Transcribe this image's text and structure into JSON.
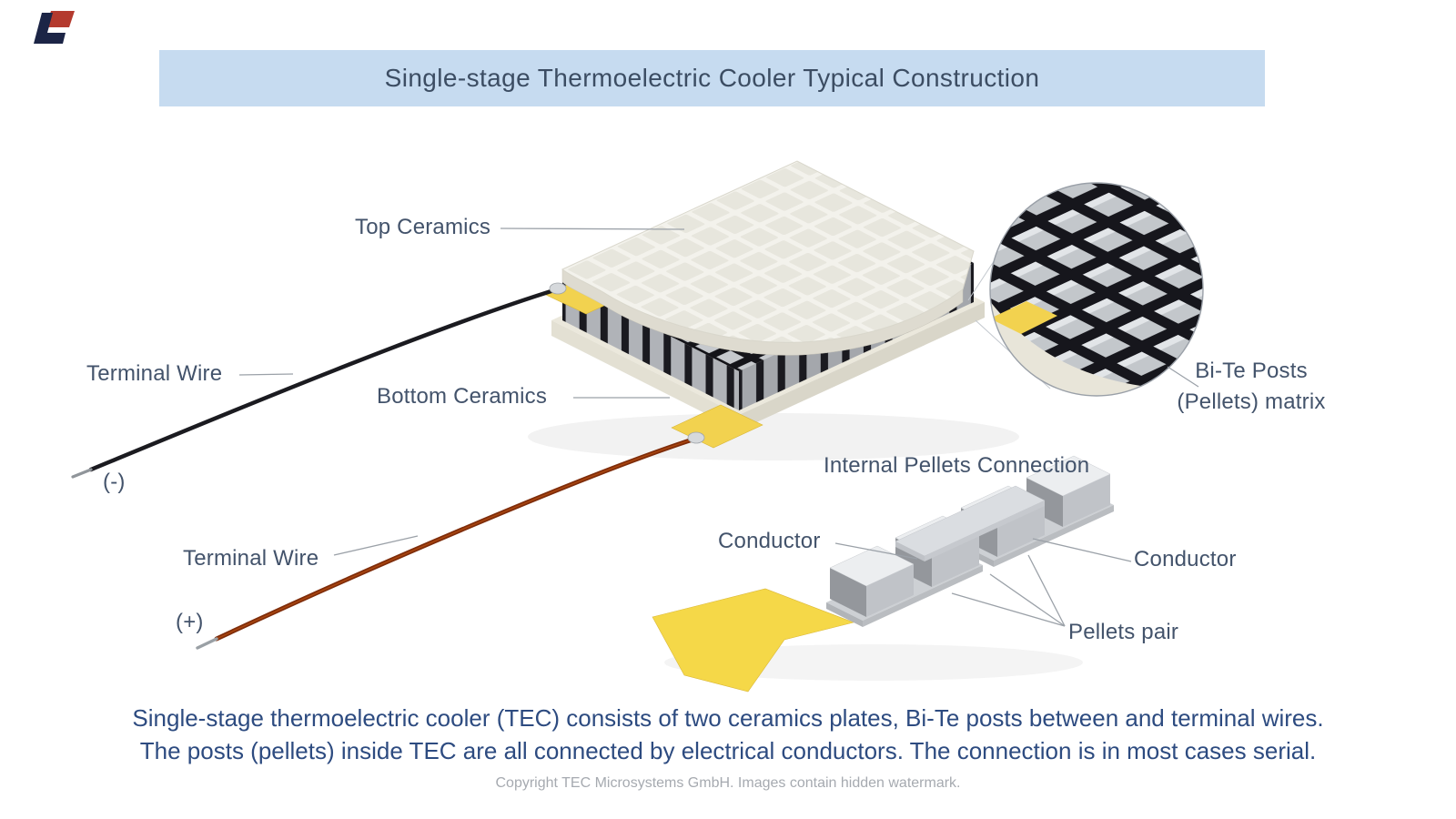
{
  "title": "Single-stage Thermoelectric Cooler Typical Construction",
  "diagram": {
    "labels": {
      "top_ceramics": "Top Ceramics",
      "terminal_wire_negative": "Terminal Wire",
      "negative_sign": "(-)",
      "bottom_ceramics": "Bottom Ceramics",
      "terminal_wire_positive": "Terminal Wire",
      "positive_sign": "(+)",
      "bite_posts_line1": "Bi-Te Posts",
      "bite_posts_line2": "(Pellets) matrix"
    },
    "inset": {
      "heading": "Internal Pellets Connection",
      "conductor_left": "Conductor",
      "conductor_right": "Conductor",
      "pellets_pair": "Pellets pair"
    }
  },
  "description": {
    "line1": "Single-stage thermoelectric cooler (TEC) consists of two ceramics plates, Bi-Te posts between and terminal wires.",
    "line2": "The posts (pellets) inside TEC are all connected by electrical conductors. The connection is in most cases serial."
  },
  "footer": {
    "copyright": "Copyright TEC Microsystems GmbH. Images contain hidden watermark."
  },
  "colors": {
    "title_bar_bg": "#c6dbf0",
    "title_text": "#3c4d63",
    "label_text": "#43536b",
    "body_text": "#2d4b80",
    "solder_pad_yellow": "#f2d24f",
    "wire_negative_black": "#1b1b20",
    "wire_positive_red": "#7e2c0a",
    "ceramic_white": "#f5f4ee",
    "pellet_silver": "#c6c9cd"
  }
}
